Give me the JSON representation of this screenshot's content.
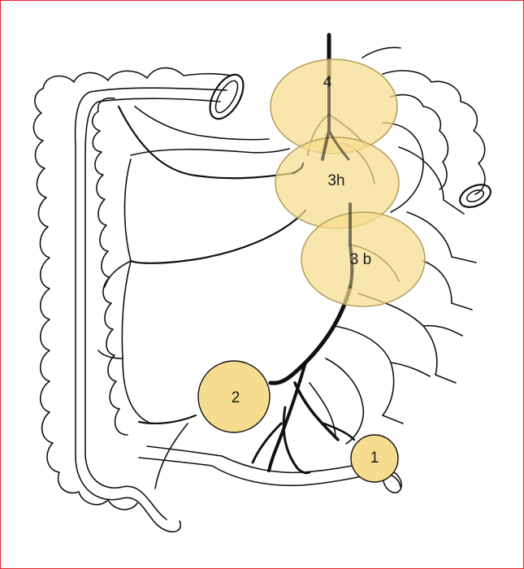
{
  "zones": [
    {
      "label": "4",
      "name": "zone-4",
      "fill": "#f6dc8e",
      "opacity": 0.72
    },
    {
      "label": "3h",
      "name": "zone-3h",
      "fill": "#f6dc8e",
      "opacity": 0.72
    },
    {
      "label": "3 b",
      "name": "zone-3b",
      "fill": "#f6dc8e",
      "opacity": 0.72
    },
    {
      "label": "2",
      "name": "zone-2",
      "fill": "#f6dc8e",
      "opacity": 1.0
    },
    {
      "label": "1",
      "name": "zone-1",
      "fill": "#f6dc8e",
      "opacity": 1.0
    }
  ],
  "colors": {
    "frame_border": "#e0262b",
    "stroke": "#111111",
    "zone_stroke": "#b39d5c"
  }
}
